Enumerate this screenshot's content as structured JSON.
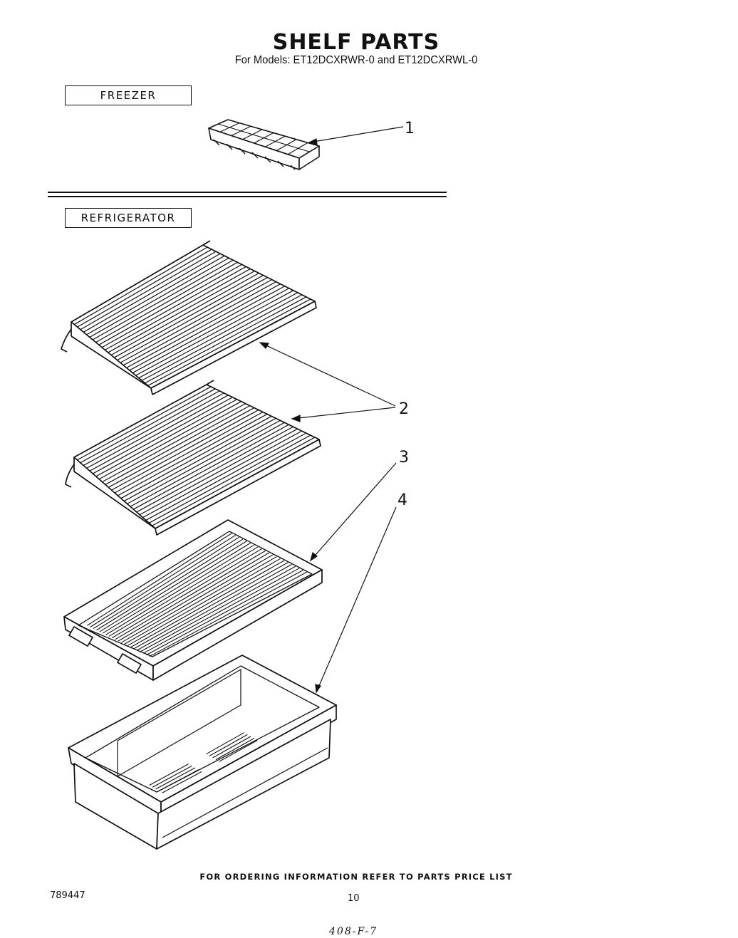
{
  "header": {
    "title": "SHELF PARTS",
    "subtitle": "For Models: ET12DCXRWR-0  and ET12DCXRWL-0"
  },
  "sections": {
    "freezer_label": "FREEZER",
    "refrigerator_label": "REFRIGERATOR"
  },
  "callouts": {
    "part1": "1",
    "part2": "2",
    "part3": "3",
    "part4": "4"
  },
  "footer": {
    "ordering_note": "FOR ORDERING INFORMATION REFER TO PARTS PRICE LIST",
    "document_number": "789447",
    "page_number": "10",
    "handwritten_note": "408-F-7"
  }
}
